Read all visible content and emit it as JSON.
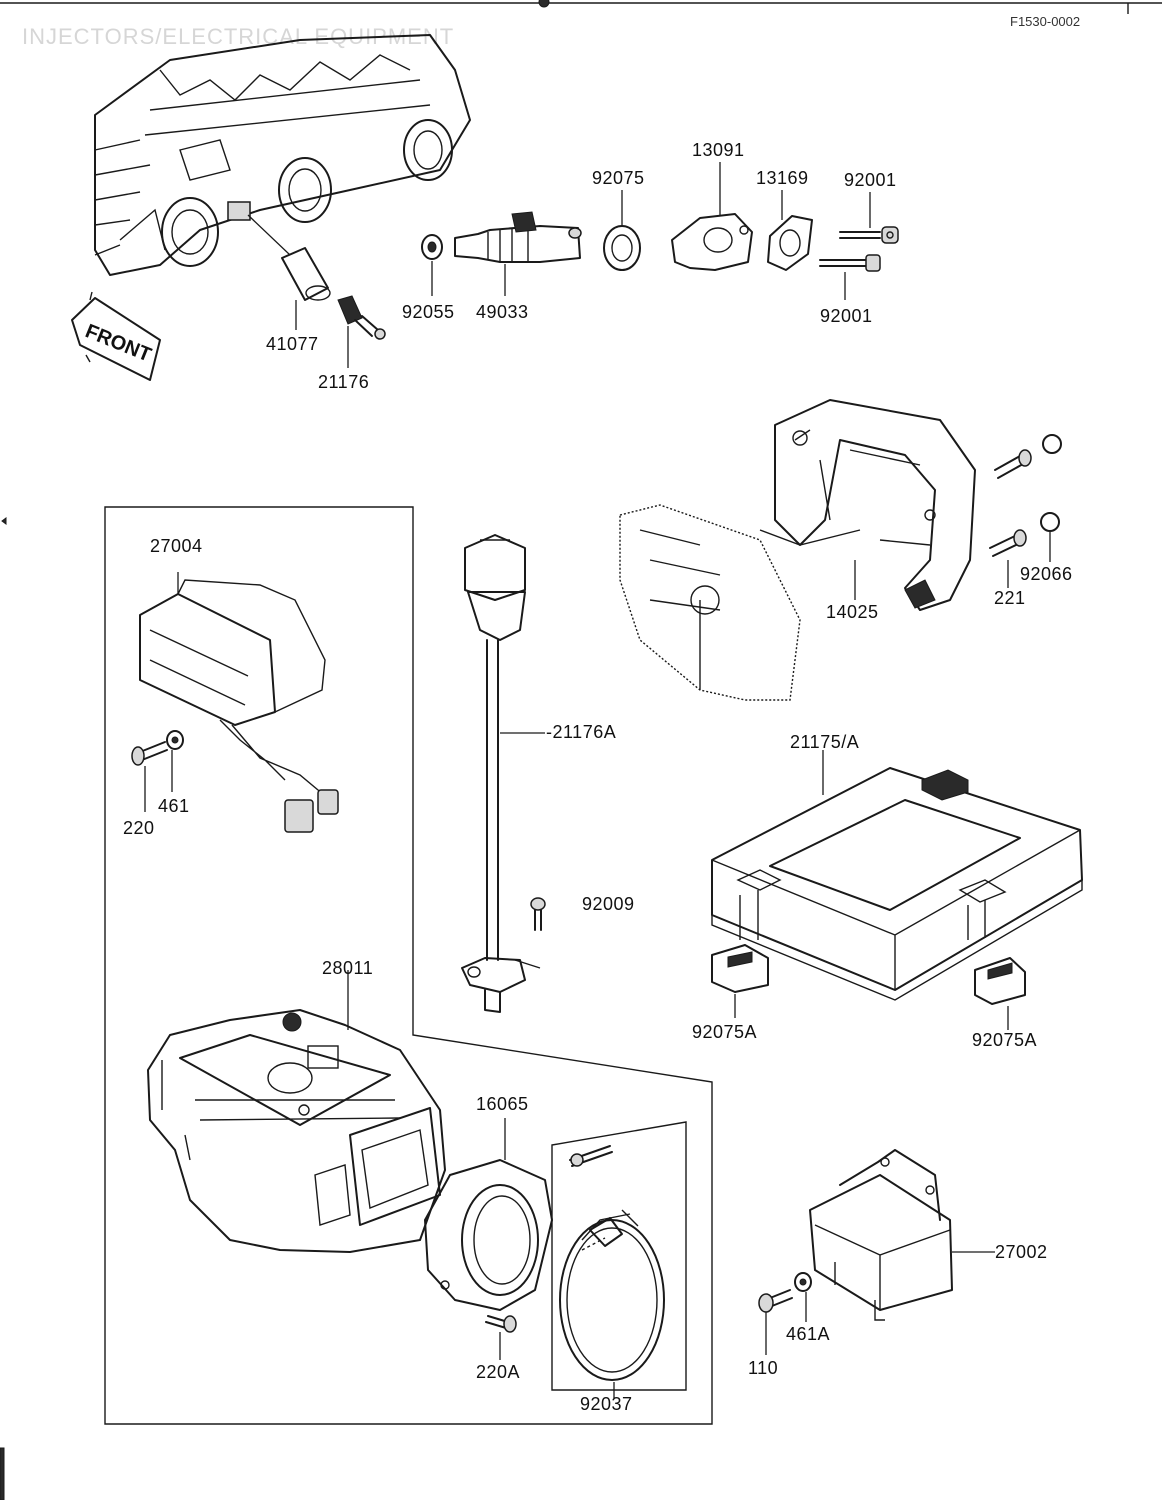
{
  "header": {
    "title": "INJECTORS/ELECTRICAL EQUIPMENT",
    "figure_code": "F1530-0002"
  },
  "front_sign": "FRONT",
  "parts": {
    "p41077": "41077",
    "p21176": "21176",
    "p92055": "92055",
    "p49033": "49033",
    "p92075": "92075",
    "p13091": "13091",
    "p13169": "13169",
    "p92001_top": "92001",
    "p92001_bottom": "92001",
    "p14025": "14025",
    "p221": "221",
    "p92066": "92066",
    "p27004": "27004",
    "p220": "220",
    "p461": "461",
    "p21176A": "-21176A",
    "p92009": "92009",
    "p21175A": "21175/A",
    "p92075A_left": "92075A",
    "p92075A_right": "92075A",
    "p28011": "28011",
    "p16065": "16065",
    "p220A": "220A",
    "p92037": "92037",
    "p27002": "27002",
    "p461A": "461A",
    "p110": "110"
  }
}
